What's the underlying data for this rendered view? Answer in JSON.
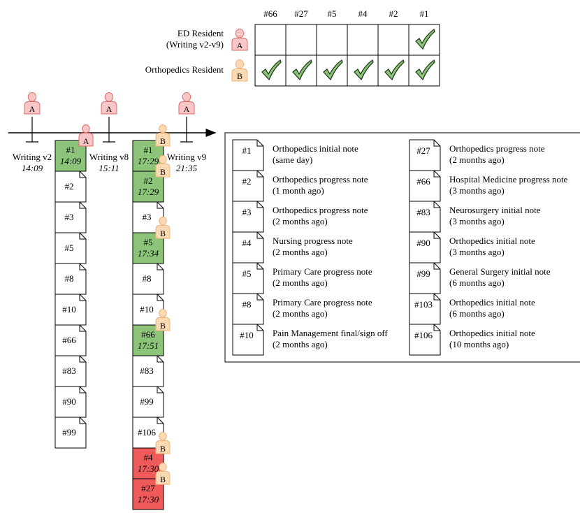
{
  "grid": {
    "columns": [
      "#66",
      "#27",
      "#5",
      "#4",
      "#2",
      "#1"
    ],
    "rows": [
      {
        "name_line1": "ED Resident",
        "name_line2": "(Writing v2-v9)",
        "user": "A",
        "checks": [
          false,
          false,
          false,
          false,
          false,
          true
        ]
      },
      {
        "name_line1": "Orthopedics Resident",
        "name_line2": "",
        "user": "B",
        "checks": [
          true,
          true,
          true,
          true,
          true,
          true
        ]
      }
    ]
  },
  "timeline": {
    "events": [
      {
        "user": "A",
        "label": "Writing v2",
        "time": "14:09"
      },
      {
        "user": "A",
        "label": "Writing v8",
        "time": "15:11"
      },
      {
        "user": "A",
        "label": "Writing v9",
        "time": "21:35"
      }
    ]
  },
  "stacks": [
    {
      "reader": "A",
      "docs": [
        {
          "id": "#1",
          "time": "14:09",
          "state": "read"
        },
        {
          "id": "#2",
          "time": "",
          "state": "unread"
        },
        {
          "id": "#3",
          "time": "",
          "state": "unread"
        },
        {
          "id": "#5",
          "time": "",
          "state": "unread"
        },
        {
          "id": "#8",
          "time": "",
          "state": "unread"
        },
        {
          "id": "#10",
          "time": "",
          "state": "unread"
        },
        {
          "id": "#66",
          "time": "",
          "state": "unread"
        },
        {
          "id": "#83",
          "time": "",
          "state": "unread"
        },
        {
          "id": "#90",
          "time": "",
          "state": "unread"
        },
        {
          "id": "#99",
          "time": "",
          "state": "unread"
        }
      ]
    },
    {
      "reader": "B",
      "docs": [
        {
          "id": "#1",
          "time": "17:29",
          "state": "read"
        },
        {
          "id": "#2",
          "time": "17:29",
          "state": "read"
        },
        {
          "id": "#3",
          "time": "",
          "state": "unread"
        },
        {
          "id": "#5",
          "time": "17:34",
          "state": "read"
        },
        {
          "id": "#8",
          "time": "",
          "state": "unread"
        },
        {
          "id": "#10",
          "time": "",
          "state": "unread"
        },
        {
          "id": "#66",
          "time": "17:51",
          "state": "read"
        },
        {
          "id": "#83",
          "time": "",
          "state": "unread"
        },
        {
          "id": "#99",
          "time": "",
          "state": "unread"
        },
        {
          "id": "#106",
          "time": "",
          "state": "unread"
        },
        {
          "id": "#4",
          "time": "17:30",
          "state": "read-added"
        },
        {
          "id": "#27",
          "time": "17:30",
          "state": "read-added"
        }
      ]
    }
  ],
  "legend": [
    {
      "id": "#1",
      "line1": "Orthopedics initial note",
      "line2": "(same day)"
    },
    {
      "id": "#2",
      "line1": "Orthopedics progress note",
      "line2": "(1 month ago)"
    },
    {
      "id": "#3",
      "line1": "Orthopedics progress note",
      "line2": "(2 months ago)"
    },
    {
      "id": "#4",
      "line1": "Nursing progress note",
      "line2": "(2 months ago)"
    },
    {
      "id": "#5",
      "line1": "Primary Care progress note",
      "line2": "(2 months ago)"
    },
    {
      "id": "#8",
      "line1": "Primary Care progress note",
      "line2": "(2 months ago)"
    },
    {
      "id": "#10",
      "line1": "Pain Management final/sign off",
      "line2": "(2 months ago)"
    },
    {
      "id": "#27",
      "line1": "Orthopedics progress note",
      "line2": "(2 months ago)"
    },
    {
      "id": "#66",
      "line1": "Hospital Medicine progress note",
      "line2": "(3 months ago)"
    },
    {
      "id": "#83",
      "line1": "Neurosurgery initial note",
      "line2": "(3 months ago)"
    },
    {
      "id": "#90",
      "line1": "Orthopedics initial note",
      "line2": "(3 months ago)"
    },
    {
      "id": "#99",
      "line1": "General Surgery initial note",
      "line2": "(6 months ago)"
    },
    {
      "id": "#103",
      "line1": "Orthopedics initial note",
      "line2": "(6 months ago)"
    },
    {
      "id": "#106",
      "line1": "Orthopedics initial note",
      "line2": "(10 months ago)"
    }
  ],
  "colors": {
    "read": "#8cc47a",
    "added": "#ef5b5b",
    "check_fill": "#8cc47a",
    "user_a_fill": "#f8c6c6",
    "user_a_stroke": "#e06a6a",
    "user_b_fill": "#fbd9b4",
    "user_b_stroke": "#efb27a"
  }
}
